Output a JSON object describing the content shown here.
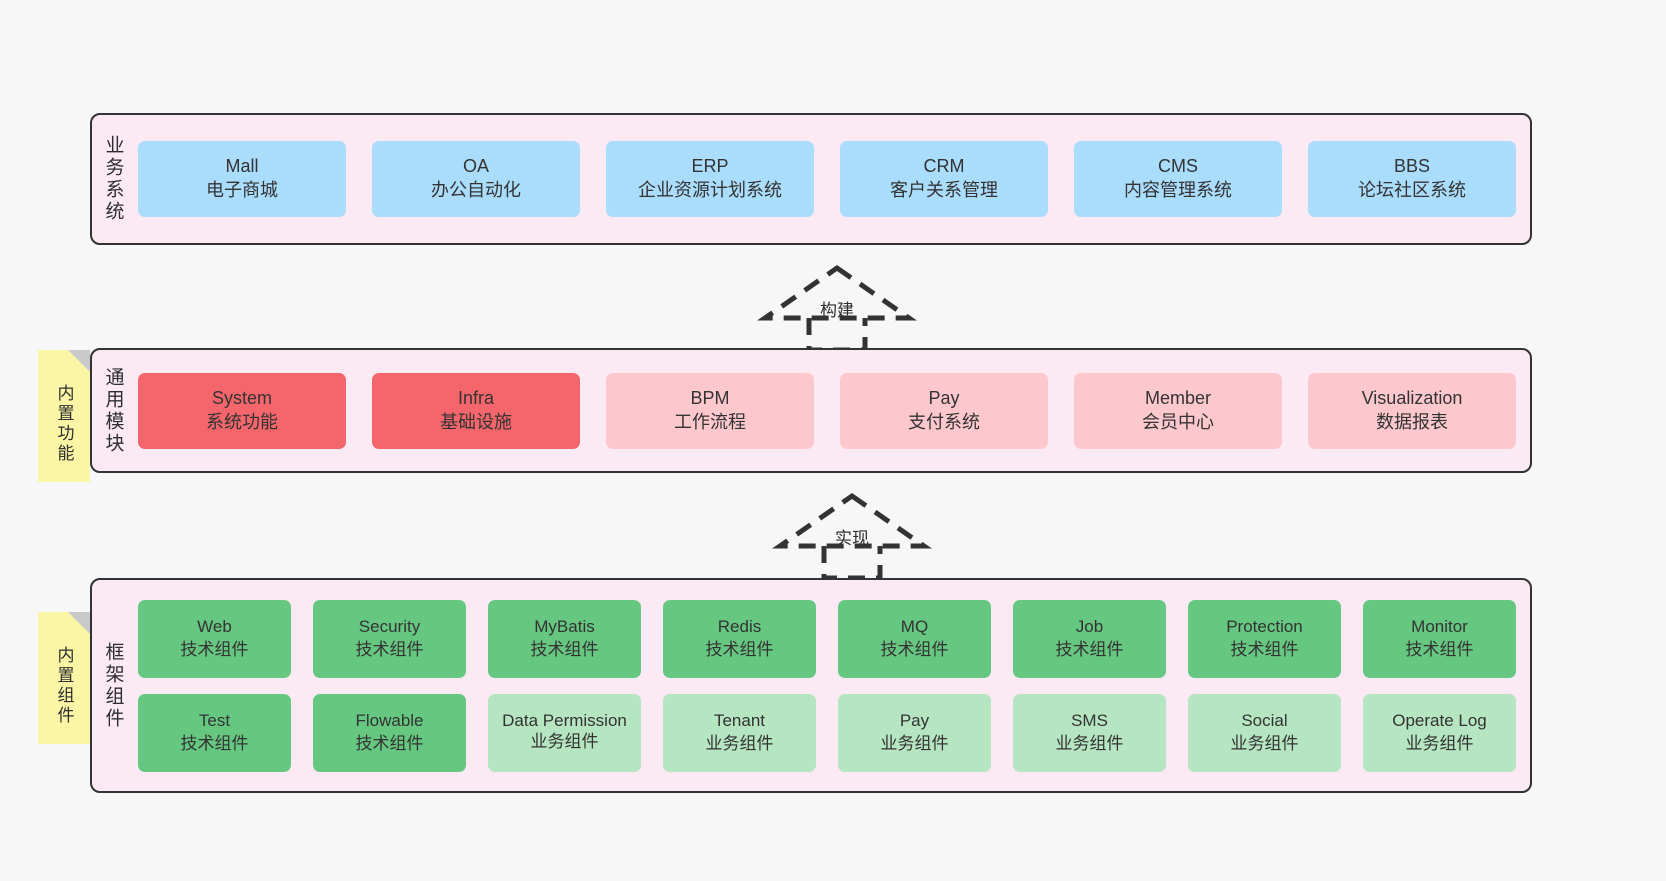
{
  "diagram": {
    "background": "#f7f7f7",
    "layer_fill": "#fbeaf4",
    "layer_border": "#333333",
    "sticky_fill": "#fbf6a5",
    "colors": {
      "business": "#aadcfb",
      "module_core": "#f4666b",
      "module_plain": "#fcc8ce",
      "tech_component": "#66c781",
      "biz_component": "#b5e5c1"
    }
  },
  "layers": [
    {
      "id": "business-systems",
      "title": "业务系统",
      "cards": [
        {
          "en": "Mall",
          "cn": "电子商城",
          "color": "blue"
        },
        {
          "en": "OA",
          "cn": "办公自动化",
          "color": "blue"
        },
        {
          "en": "ERP",
          "cn": "企业资源计划系统",
          "color": "blue"
        },
        {
          "en": "CRM",
          "cn": "客户关系管理",
          "color": "blue"
        },
        {
          "en": "CMS",
          "cn": "内容管理系统",
          "color": "blue"
        },
        {
          "en": "BBS",
          "cn": "论坛社区系统",
          "color": "blue"
        }
      ]
    },
    {
      "id": "common-modules",
      "title": "通用模块",
      "sticky": "内置功能",
      "cards": [
        {
          "en": "System",
          "cn": "系统功能",
          "color": "redp"
        },
        {
          "en": "Infra",
          "cn": "基础设施",
          "color": "redp"
        },
        {
          "en": "BPM",
          "cn": "工作流程",
          "color": "pink"
        },
        {
          "en": "Pay",
          "cn": "支付系统",
          "color": "pink"
        },
        {
          "en": "Member",
          "cn": "会员中心",
          "color": "pink"
        },
        {
          "en": "Visualization",
          "cn": "数据报表",
          "color": "pink"
        }
      ]
    },
    {
      "id": "framework-components",
      "title": "框架组件",
      "sticky": "内置组件",
      "rows": [
        [
          {
            "en": "Web",
            "cn": "技术组件",
            "color": "green"
          },
          {
            "en": "Security",
            "cn": "技术组件",
            "color": "green"
          },
          {
            "en": "MyBatis",
            "cn": "技术组件",
            "color": "green"
          },
          {
            "en": "Redis",
            "cn": "技术组件",
            "color": "green"
          },
          {
            "en": "MQ",
            "cn": "技术组件",
            "color": "green"
          },
          {
            "en": "Job",
            "cn": "技术组件",
            "color": "green"
          },
          {
            "en": "Protection",
            "cn": "技术组件",
            "color": "green"
          },
          {
            "en": "Monitor",
            "cn": "技术组件",
            "color": "green"
          }
        ],
        [
          {
            "en": "Test",
            "cn": "技术组件",
            "color": "green"
          },
          {
            "en": "Flowable",
            "cn": "技术组件",
            "color": "green"
          },
          {
            "en": "Data Permission",
            "cn": "业务组件",
            "color": "lgreen"
          },
          {
            "en": "Tenant",
            "cn": "业务组件",
            "color": "lgreen"
          },
          {
            "en": "Pay",
            "cn": "业务组件",
            "color": "lgreen"
          },
          {
            "en": "SMS",
            "cn": "业务组件",
            "color": "lgreen"
          },
          {
            "en": "Social",
            "cn": "业务组件",
            "color": "lgreen"
          },
          {
            "en": "Operate Log",
            "cn": "业务组件",
            "color": "lgreen"
          }
        ]
      ]
    }
  ],
  "arrows": [
    {
      "id": "arrow-build",
      "label": "构建"
    },
    {
      "id": "arrow-implement",
      "label": "实现"
    }
  ]
}
